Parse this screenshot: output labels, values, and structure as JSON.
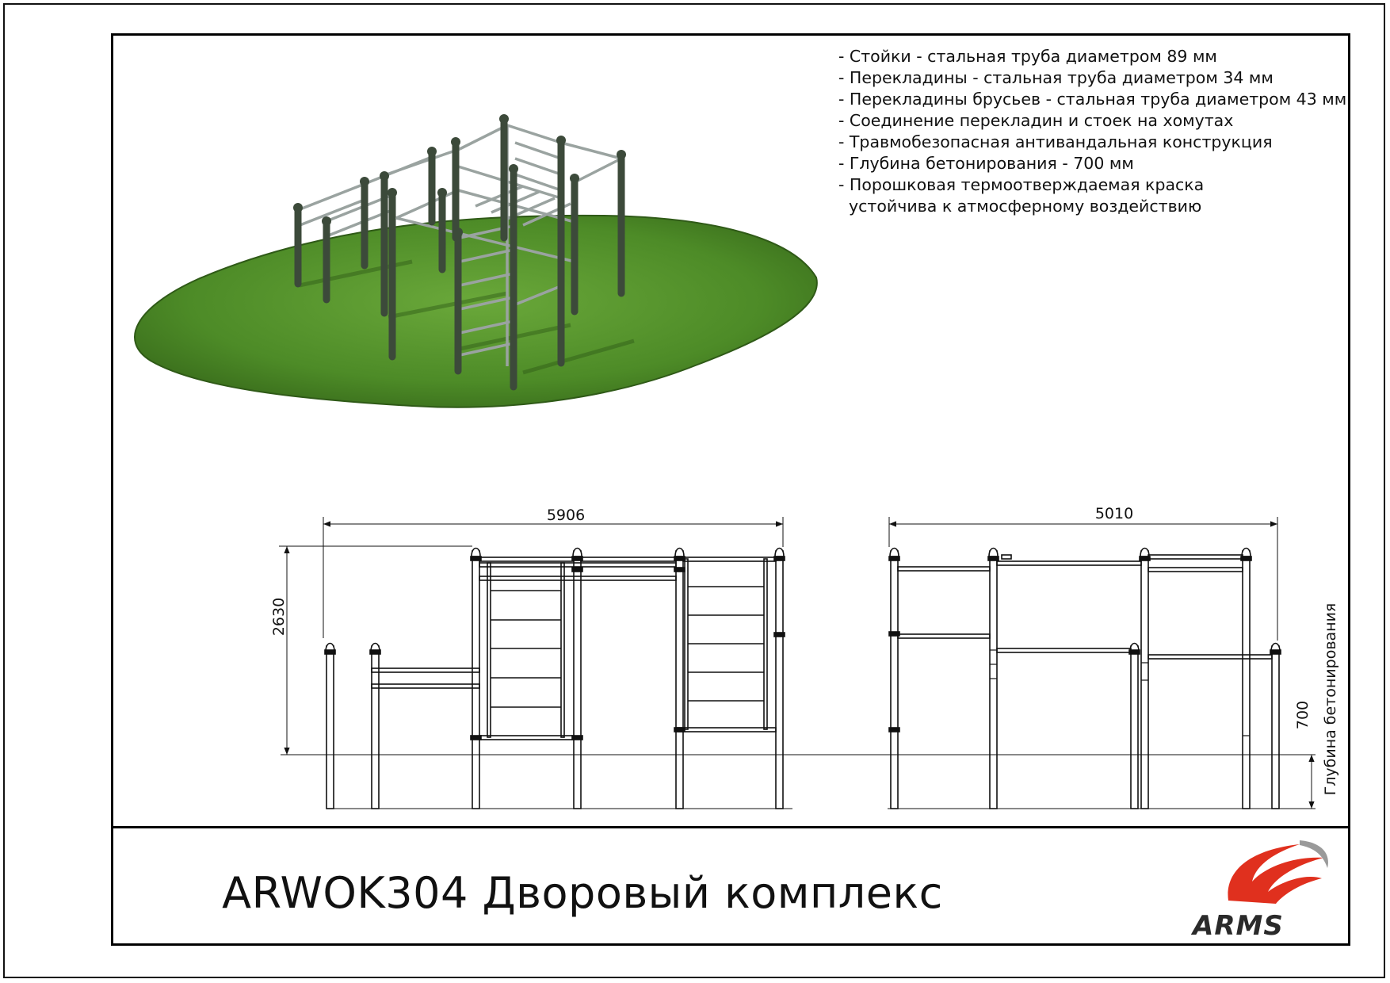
{
  "specs": [
    "- Стойки - стальная труба диаметром 89 мм",
    "- Перекладины - стальная труба диаметром 34 мм",
    "- Перекладины брусьев - стальная труба диаметром 43 мм",
    "- Соединение перекладин и стоек на хомутах",
    "- Травмобезопасная антивандальная конструкция",
    "- Глубина бетонирования - 700 мм",
    "- Порошковая термоотверждаемая краска",
    "  устойчива к атмосферному воздействию"
  ],
  "dimensions": {
    "front_width": "5906",
    "side_width": "5010",
    "height": "2630",
    "depth": "700",
    "depth_label": "Глубина бетонирования"
  },
  "title": "ARWOK304 Дворовый комплекс",
  "logo": {
    "text": "ARMS",
    "colors": {
      "red": "#e0301e",
      "gray": "#9a9a9a",
      "dark": "#2a2a2a"
    }
  },
  "colors": {
    "grass": "#4f8f2a",
    "grass_dark": "#3b6f1e",
    "post": "#3c4a3a",
    "bar": "#9aa3a0",
    "line": "#111111"
  }
}
